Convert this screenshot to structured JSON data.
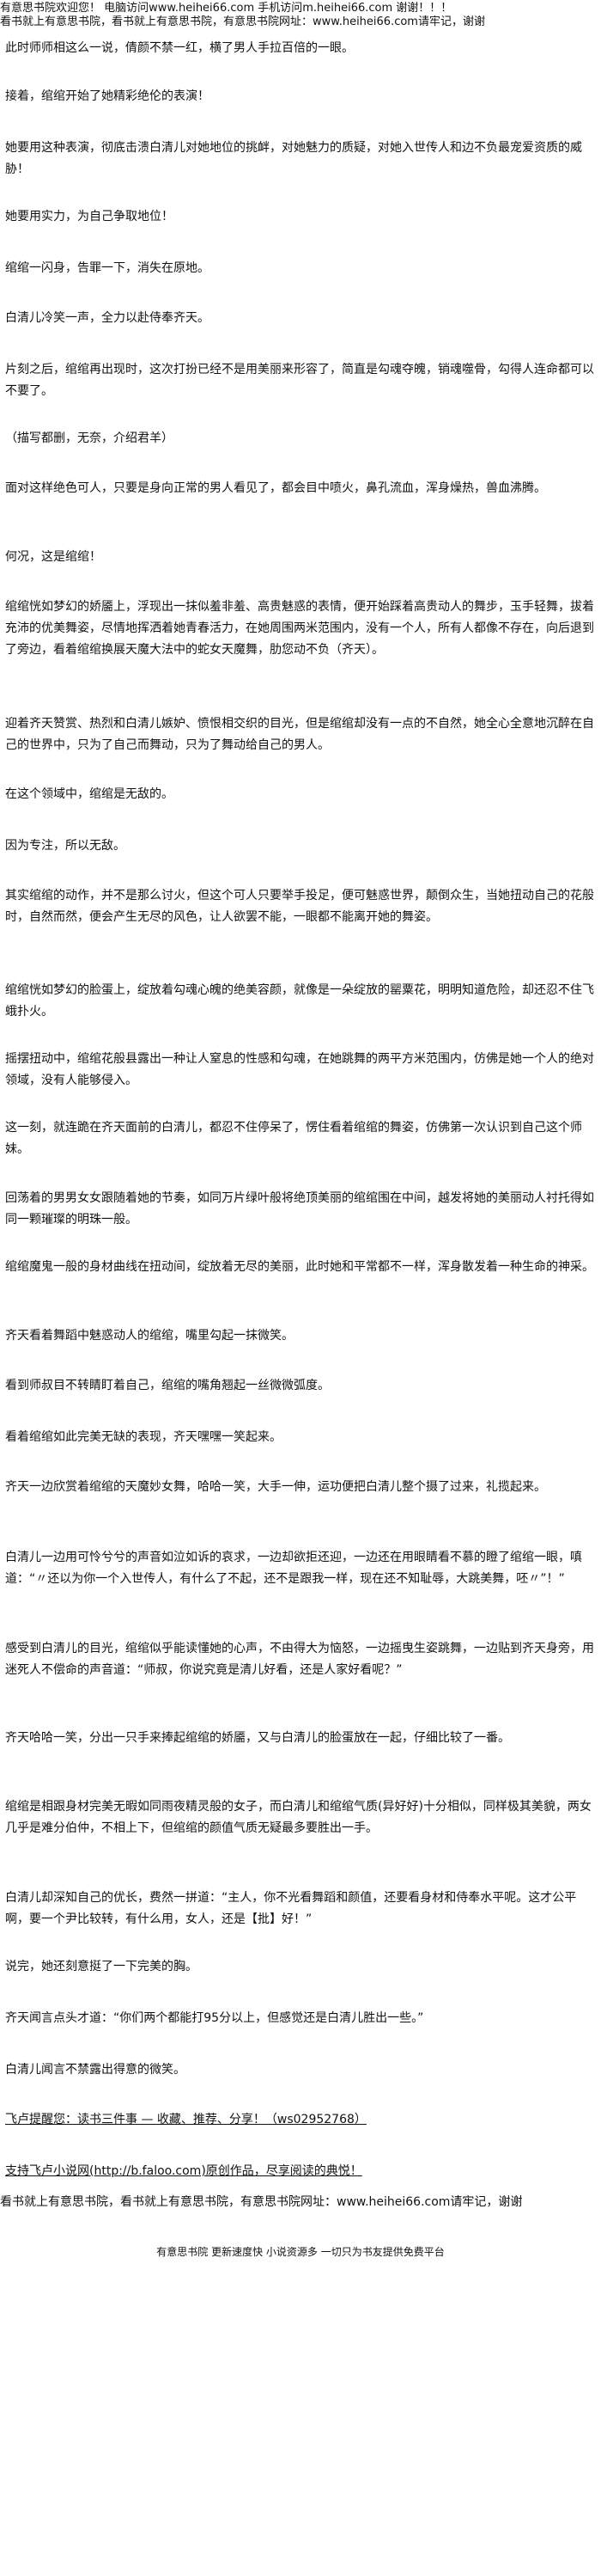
{
  "header": {
    "line1": "有意思书院欢迎您！ 电脑访问www.heihei66.com 手机访问m.heihei66.com 谢谢！！！",
    "line2": "看书就上有意思书院，看书就上有意思书院，有意思书院网址：www.heihei66.com请牢记，谢谢"
  },
  "paragraphs": [
    "此时师师相这么一说，倩颜不禁一红，横了男人手拉百倍的一眼。",
    "接着，绾绾开始了她精彩绝伦的表演！",
    "她要用这种表演，彻底击溃白清儿对她地位的挑衅，对她魅力的质疑，对她入世传人和边不负最宠爱资质的威胁！",
    "她要用实力，为自己争取地位！",
    "绾绾一闪身，告罪一下，消失在原地。",
    "白清儿冷笑一声，全力以赴侍奉齐天。",
    "片刻之后，绾绾再出现时，这次打扮已经不是用美丽来形容了，简直是勾魂夺魄，销魂噬骨，勾得人连命都可以不要了。",
    "（描写都删，无奈，介绍君羊）",
    "面对这样绝色可人，只要是身向正常的男人看见了，都会目中喷火，鼻孔流血，浑身燥热，兽血沸腾。",
    "何况，这是绾绾！",
    "绾绾恍如梦幻的娇靥上，浮现出一抹似羞非羞、高贵魅惑的表情，便开始踩着高贵动人的舞步，玉手轻舞，拔着充沛的优美舞姿，尽情地挥洒着她青春活力，在她周围两米范围内，没有一个人，所有人都像不存在，向后退到了旁边，看着绾绾换展天魔大法中的蛇女天魔舞，肋您动不负（齐天）。",
    "迎着齐天赞赏、热烈和白清儿嫉妒、愤恨相交织的目光，但是绾绾却没有一点的不自然，她全心全意地沉醉在自己的世界中，只为了自己而舞动，只为了舞动给自己的男人。",
    "在这个领域中，绾绾是无敌的。",
    "因为专注，所以无敌。",
    "其实绾绾的动作，并不是那么讨火，但这个可人只要举手投足，便可魅惑世界，颠倒众生，当她扭动自己的花般时，自然而然，便会产生无尽的风色，让人欲罢不能，一眼都不能离开她的舞姿。",
    "绾绾恍如梦幻的脸蛋上，绽放着勾魂心魄的绝美容颜，就像是一朵绽放的罂粟花，明明知道危险，却还忍不住飞蛾扑火。",
    "摇摆扭动中，绾绾花般县露出一种让人窒息的性感和勾魂，在她跳舞的两平方米范围内，仿佛是她一个人的绝对领域，没有人能够侵入。",
    "这一刻，就连跪在齐天面前的白清儿，都忍不住停呆了，愣住看着绾绾的舞姿，仿佛第一次认识到自己这个师妹。",
    "回荡着的男男女女跟随着她的节奏，如同万片绿叶般将绝顶美丽的绾绾围在中间，越发将她的美丽动人衬托得如同一颗璀璨的明珠一般。",
    "绾绾魔鬼一般的身材曲线在扭动间，绽放着无尽的美丽，此时她和平常都不一样，浑身散发着一种生命的神采。",
    "齐天看着舞蹈中魅惑动人的绾绾，嘴里勾起一抹微笑。",
    "看到师叔目不转睛盯着自己，绾绾的嘴角翘起一丝微微弧度。",
    "看着绾绾如此完美无缺的表现，齐天嘿嘿一笑起来。",
    "齐天一边欣赏着绾绾的天魔妙女舞，哈哈一笑，大手一伸，运功便把白清儿整个摄了过来，礼揽起来。",
    "白清儿一边用可怜兮兮的声音如泣如诉的哀求，一边却欲拒还迎，一边还在用眼睛看不慕的瞪了绾绾一眼，嗔道：“〃还以为你一个入世传人，有什么了不起，还不是跟我一样，现在还不知耻辱，大跳美舞，呸〃”！”",
    "感受到白清儿的目光，绾绾似乎能读懂她的心声，不由得大为恼怒，一边摇曳生姿跳舞，一边贴到齐天身旁，用迷死人不偿命的声音道：“师叔，你说究竟是清儿好看，还是人家好看呢？”",
    "齐天哈哈一笑，分出一只手来捧起绾绾的娇靥，又与白清儿的脸蛋放在一起，仔细比较了一番。",
    "绾绾是相跟身材完美无暇如同雨夜精灵般的女子，而白清儿和绾绾气质(异好好)十分相似，同样极其美貌，两女几乎是难分伯仲，不相上下，但绾绾的颜值气质无疑最多要胜出一手。",
    "白清儿却深知自己的优长，费然一拼道：“主人，你不光看舞蹈和颜值，还要看身材和侍奉水平呢。这才公平啊，要一个尹比较转，有什么用，女人，还是【批】好！”",
    "说完，她还刻意挺了一下完美的胸。",
    "齐天闻言点头才道：“你们两个都能打95分以上，但感觉还是白清儿胜出一些。”",
    "白清儿闻言不禁露出得意的微笑。"
  ],
  "notice1": "飞卢提醒您：读书三件事 — 收藏、推荐、分享！（ws02952768）",
  "notice2": "支持飞卢小说网(http://b.faloo.com)原创作品，尽享阅读的典悦！",
  "bottom_banner": "看书就上有意思书院，看书就上有意思书院，有意思书院网址：www.heihei66.com请牢记，谢谢",
  "footer": "有意思书院 更新速度快 小说资源多 一切只为书友提供免费平台"
}
